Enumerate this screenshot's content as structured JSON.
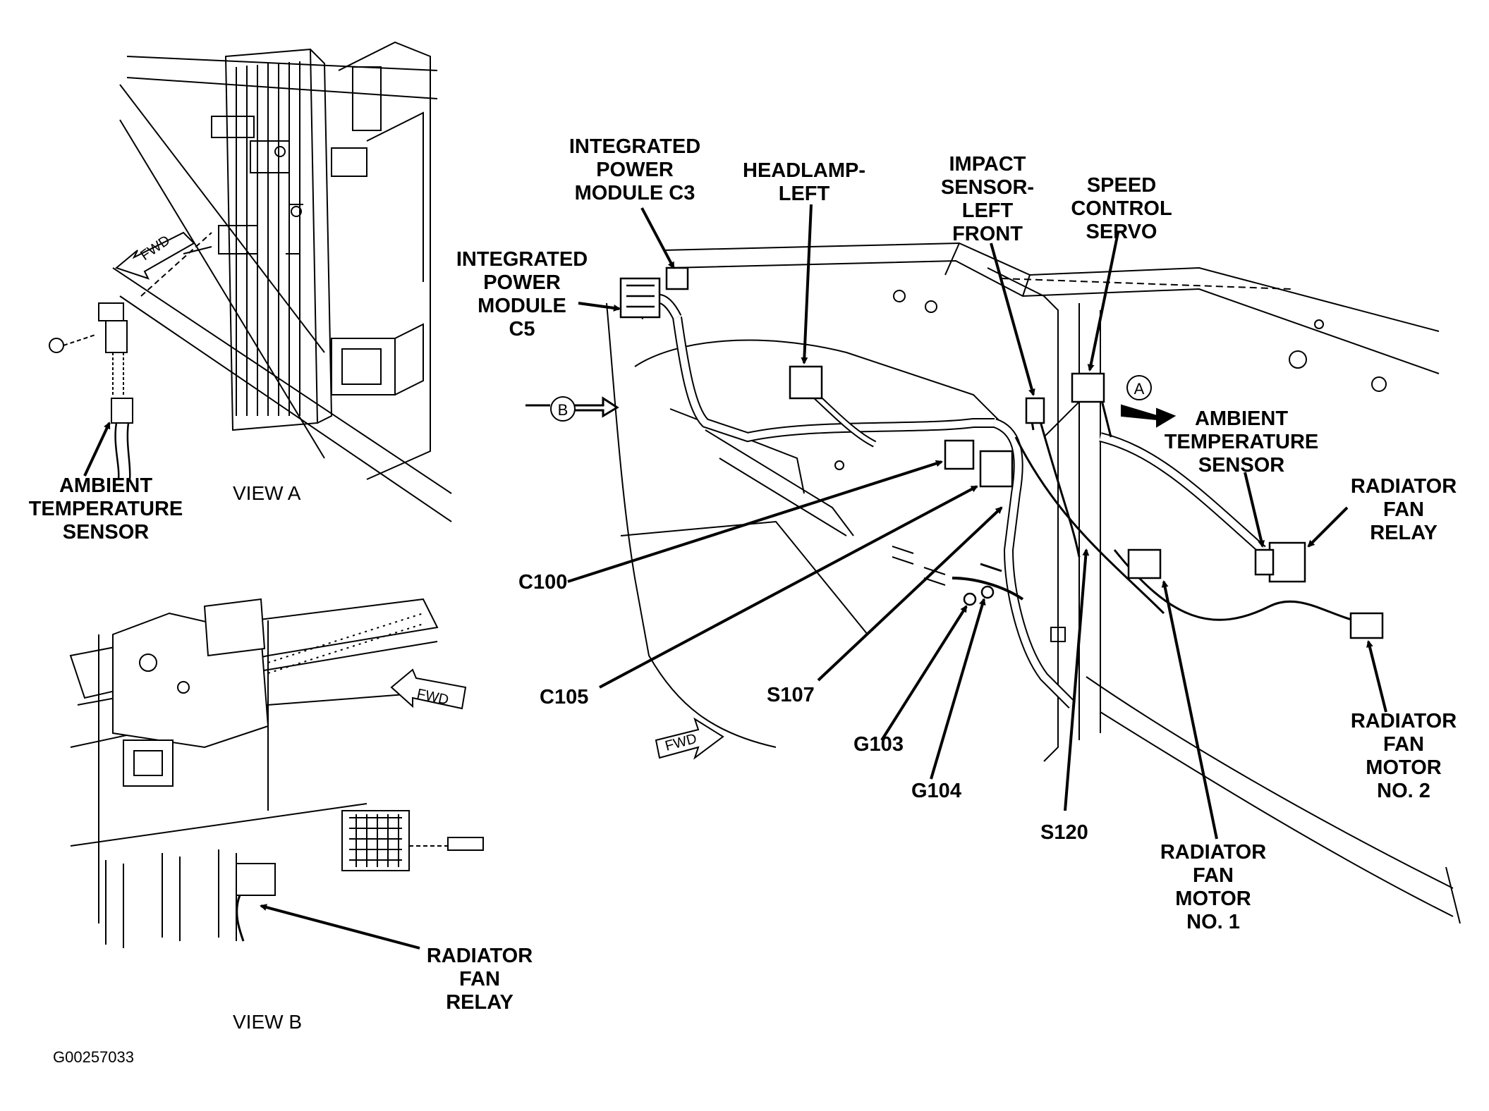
{
  "labels": {
    "ipm_c3": [
      "INTEGRATED",
      "POWER",
      "MODULE C3"
    ],
    "ipm_c5": [
      "INTEGRATED",
      "POWER",
      "MODULE",
      "C5"
    ],
    "headlamp_left": [
      "HEADLAMP-",
      "LEFT"
    ],
    "impact_sensor": [
      "IMPACT",
      "SENSOR-",
      "LEFT",
      "FRONT"
    ],
    "speed_control": [
      "SPEED",
      "CONTROL",
      "SERVO"
    ],
    "ambient_main": [
      "AMBIENT",
      "TEMPERATURE",
      "SENSOR"
    ],
    "radiator_relay_main": [
      "RADIATOR",
      "FAN",
      "RELAY"
    ],
    "radiator_motor_2": [
      "RADIATOR",
      "FAN",
      "MOTOR",
      "NO. 2"
    ],
    "radiator_motor_1": [
      "RADIATOR",
      "FAN",
      "MOTOR",
      "NO. 1"
    ],
    "ambient_view_a": [
      "AMBIENT",
      "TEMPERATURE",
      "SENSOR"
    ],
    "radiator_relay_view_b": [
      "RADIATOR",
      "FAN",
      "RELAY"
    ],
    "c100": "C100",
    "c105": "C105",
    "s107": "S107",
    "g103": "G103",
    "g104": "G104",
    "s120": "S120"
  },
  "views": {
    "view_a": "VIEW A",
    "view_b": "VIEW B"
  },
  "markers": {
    "a": "A",
    "b": "B",
    "fwd": "FWD"
  },
  "figure_code": "G00257033",
  "colors": {
    "ink": "#000000",
    "background": "#ffffff"
  }
}
